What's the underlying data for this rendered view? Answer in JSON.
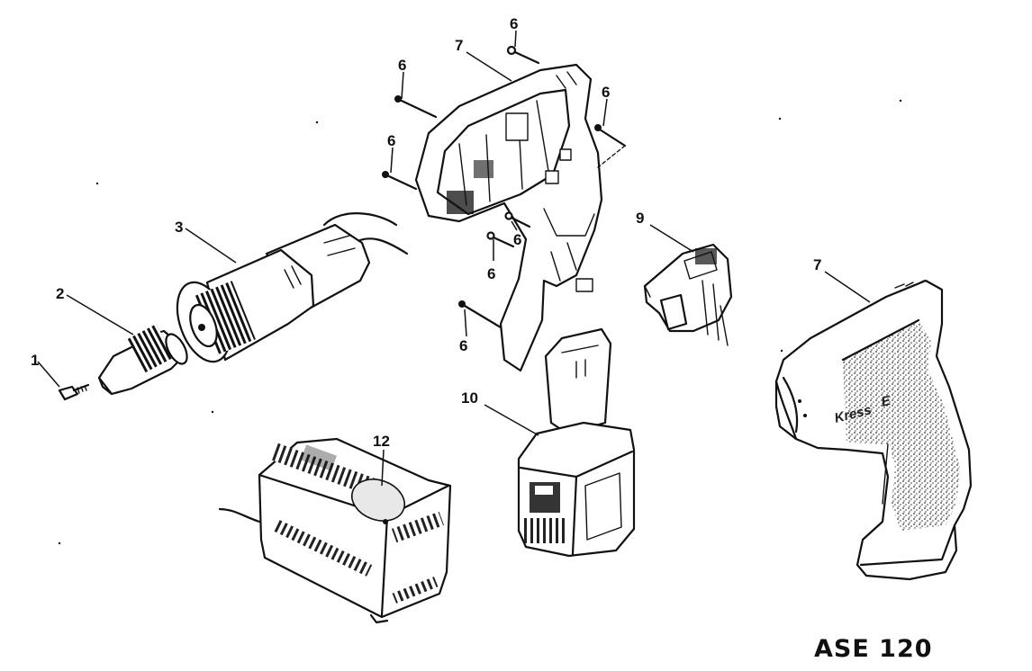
{
  "model": "ASE 120",
  "brand_mark": "Kress",
  "callouts": [
    {
      "id": "c1",
      "text": "1"
    },
    {
      "id": "c2",
      "text": "2"
    },
    {
      "id": "c3",
      "text": "3"
    },
    {
      "id": "c6a",
      "text": "6"
    },
    {
      "id": "c6b",
      "text": "6"
    },
    {
      "id": "c6c",
      "text": "6"
    },
    {
      "id": "c6d",
      "text": "6"
    },
    {
      "id": "c6e",
      "text": "6"
    },
    {
      "id": "c6f",
      "text": "6"
    },
    {
      "id": "c6g",
      "text": "6"
    },
    {
      "id": "c7a",
      "text": "7"
    },
    {
      "id": "c7b",
      "text": "7"
    },
    {
      "id": "c9",
      "text": "9"
    },
    {
      "id": "c10",
      "text": "10"
    },
    {
      "id": "c12",
      "text": "12"
    }
  ]
}
